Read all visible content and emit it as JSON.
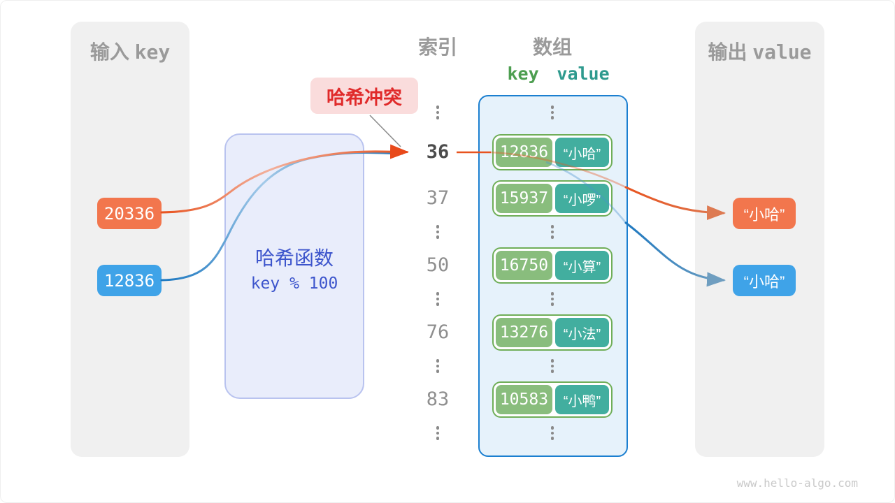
{
  "input_panel": {
    "title_zh": "输入",
    "title_en": "key",
    "keys": [
      {
        "value": "20336",
        "color": "#f2764d"
      },
      {
        "value": "12836",
        "color": "#3fa3e8"
      }
    ]
  },
  "hash_box": {
    "name": "哈希函数",
    "expr": "key % 100"
  },
  "collision_callout": {
    "label": "哈希冲突"
  },
  "index_column": {
    "title": "索引",
    "items": [
      {
        "label": "36",
        "highlight": true
      },
      {
        "label": "37",
        "highlight": false
      },
      {
        "label": "50",
        "highlight": false
      },
      {
        "label": "76",
        "highlight": false
      },
      {
        "label": "83",
        "highlight": false
      }
    ]
  },
  "array": {
    "title": "数组",
    "key_header": "key",
    "value_header": "value",
    "pairs": [
      {
        "key": "12836",
        "value": "“小哈”"
      },
      {
        "key": "15937",
        "value": "“小啰”"
      },
      {
        "key": "16750",
        "value": "“小算”"
      },
      {
        "key": "13276",
        "value": "“小法”"
      },
      {
        "key": "10583",
        "value": "“小鸭”"
      }
    ]
  },
  "output_panel": {
    "title_zh": "输出",
    "title_en": "value",
    "values": [
      {
        "text": "“小哈”",
        "color": "#f2764d"
      },
      {
        "text": "“小哈”",
        "color": "#3fa3e8"
      }
    ]
  },
  "colors": {
    "flow_orange": "#e8531f",
    "flow_blue": "#1d78c0",
    "array_border": "#1b7fd0",
    "pair_border": "#6fae58",
    "key_box_green": "#89bd7d",
    "value_box_teal": "#42ae9f",
    "callout_red": "#e02a2a",
    "hash_text_blue": "#3d55cc"
  },
  "watermark": "www.hello-algo.com"
}
